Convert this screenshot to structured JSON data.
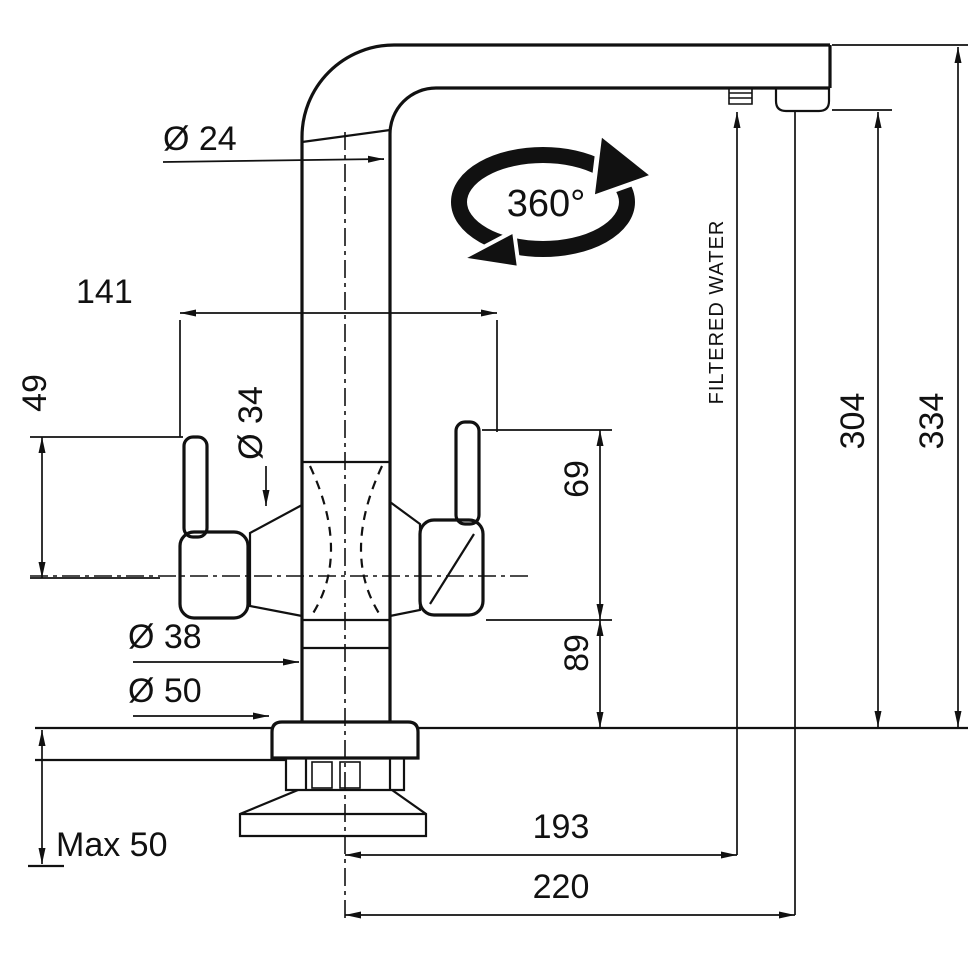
{
  "drawing": {
    "rotation_label": "360°",
    "outlet_label": "FILTERED WATER",
    "dimensions": {
      "spout_diameter": "Ø 24",
      "handle_span": "141",
      "lever_height": "49",
      "body_diameter": "Ø 34",
      "upper_body_height": "69",
      "lower_body_height": "89",
      "shank_diameter": "Ø 38",
      "flange_diameter": "Ø 50",
      "max_deck_thickness": "Max 50",
      "filtered_spout_reach": "193",
      "spout_reach": "220",
      "spout_outlet_height": "304",
      "overall_height": "334"
    },
    "colors": {
      "line": "#111111",
      "background": "#ffffff"
    }
  }
}
